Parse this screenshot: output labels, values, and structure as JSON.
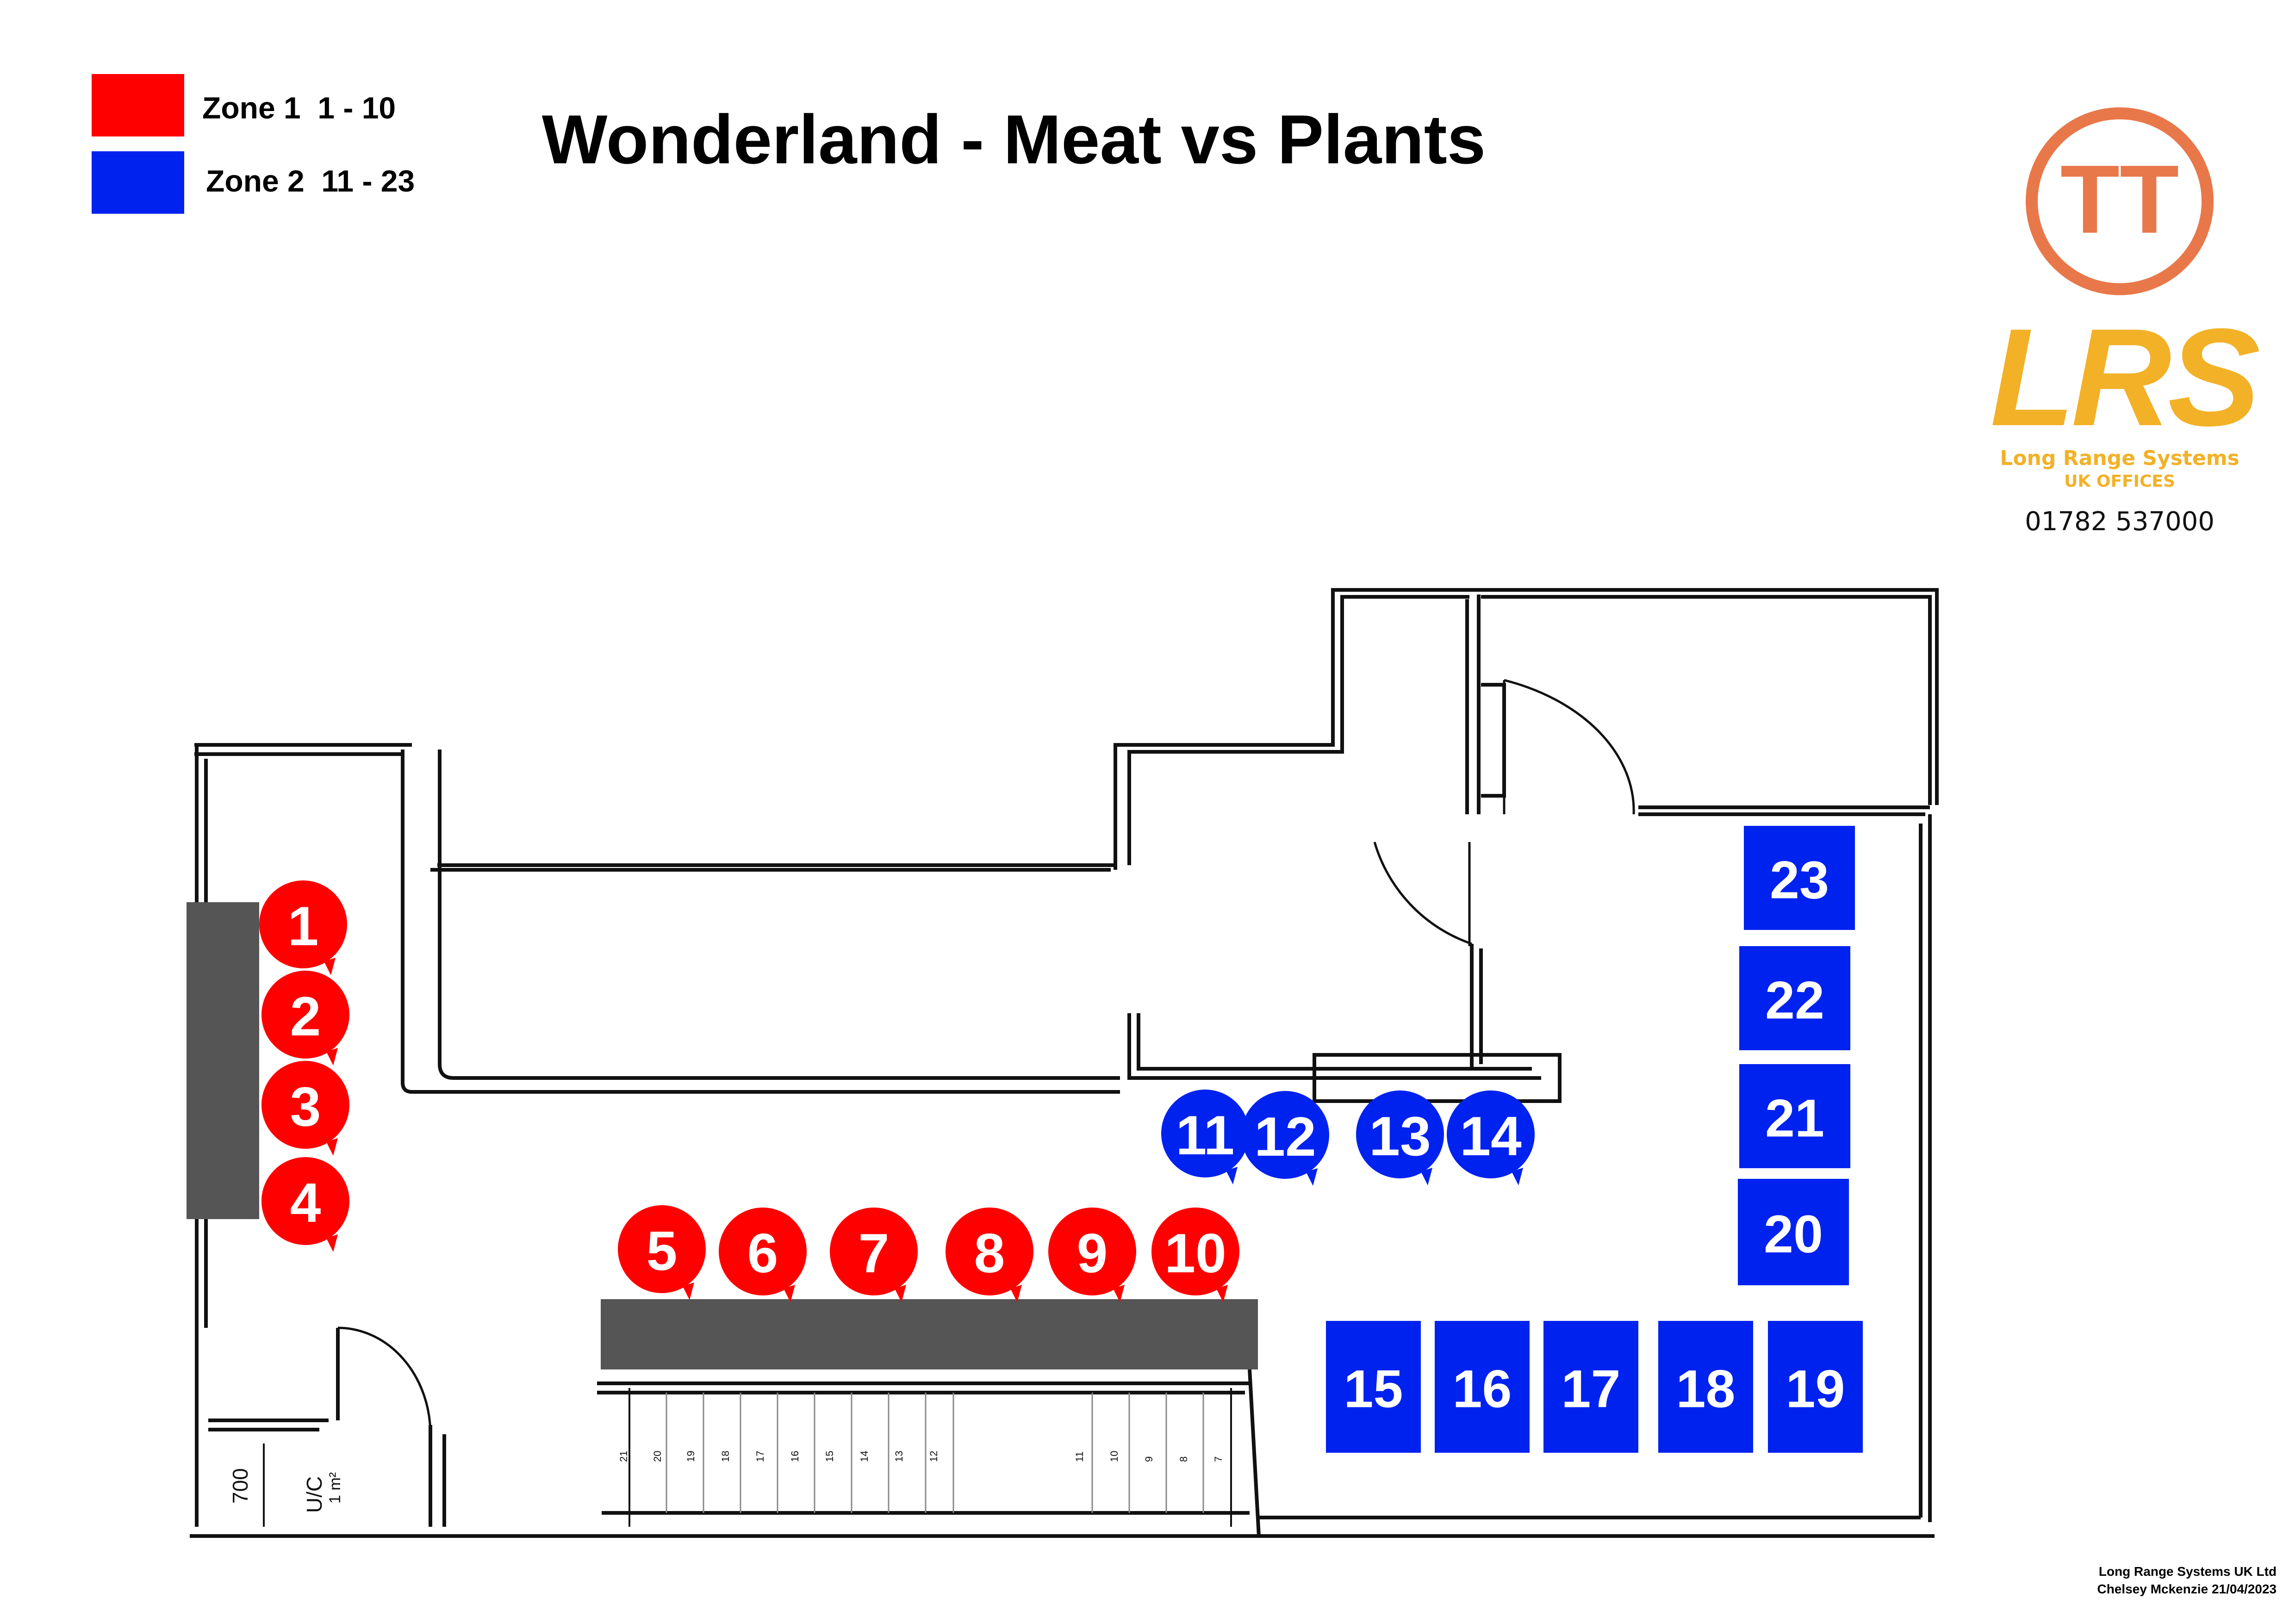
{
  "title": "Wonderland - Meat vs Plants",
  "legend": [
    {
      "label": "Zone 1  1 - 10",
      "color": "#ff0000"
    },
    {
      "label": "Zone 2  11 - 23",
      "color": "#0022ee"
    }
  ],
  "logo": {
    "emblem_text": "TT",
    "brand": "LRS",
    "company": "Long Range Systems",
    "subtitle": "UK OFFICES",
    "phone": "01782 537000",
    "colors": {
      "emblem": "#e8784a",
      "brand": "#f2b127"
    }
  },
  "footer": {
    "company": "Long Range Systems UK Ltd",
    "author_date": "Chelsey Mckenzie 21/04/2023"
  },
  "floorplan_labels": {
    "dimension": "700",
    "uc_label": "U/C",
    "uc_area": "1 m²",
    "stair_numbers": [
      "21",
      "20",
      "19",
      "18",
      "17",
      "16",
      "15",
      "14",
      "13",
      "12",
      "11",
      "10",
      "9",
      "8",
      "7"
    ]
  },
  "colors": {
    "zone1": "#ff0000",
    "zone2": "#0022ee",
    "table": "#555555"
  },
  "zone1_markers": [
    {
      "number": "1",
      "shape": "circle"
    },
    {
      "number": "2",
      "shape": "circle"
    },
    {
      "number": "3",
      "shape": "circle"
    },
    {
      "number": "4",
      "shape": "circle"
    },
    {
      "number": "5",
      "shape": "circle"
    },
    {
      "number": "6",
      "shape": "circle"
    },
    {
      "number": "7",
      "shape": "circle"
    },
    {
      "number": "8",
      "shape": "circle"
    },
    {
      "number": "9",
      "shape": "circle"
    },
    {
      "number": "10",
      "shape": "circle"
    }
  ],
  "zone2_markers": [
    {
      "number": "11",
      "shape": "circle"
    },
    {
      "number": "12",
      "shape": "circle"
    },
    {
      "number": "13",
      "shape": "circle"
    },
    {
      "number": "14",
      "shape": "circle"
    },
    {
      "number": "15",
      "shape": "square"
    },
    {
      "number": "16",
      "shape": "square"
    },
    {
      "number": "17",
      "shape": "square"
    },
    {
      "number": "18",
      "shape": "square"
    },
    {
      "number": "19",
      "shape": "square"
    },
    {
      "number": "20",
      "shape": "square"
    },
    {
      "number": "21",
      "shape": "square"
    },
    {
      "number": "22",
      "shape": "square"
    },
    {
      "number": "23",
      "shape": "square"
    }
  ]
}
